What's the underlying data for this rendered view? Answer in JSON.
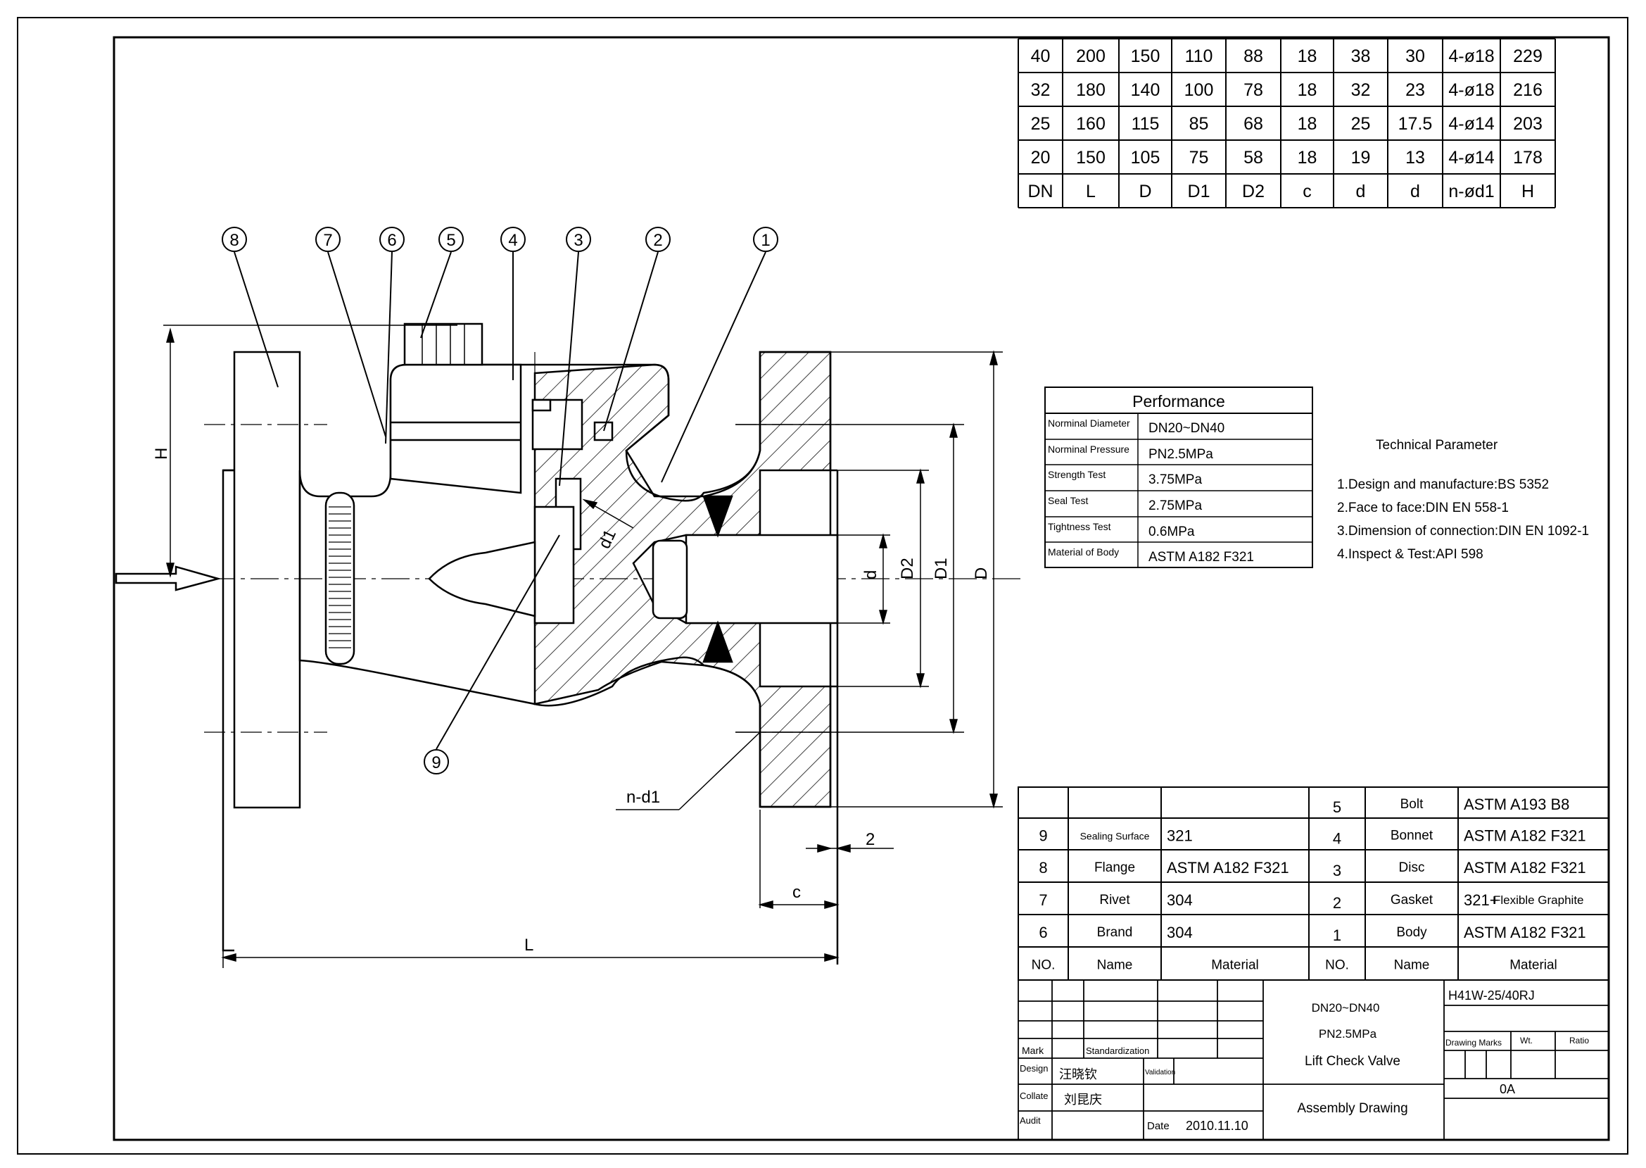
{
  "dim_table": {
    "rows": [
      [
        "40",
        "200",
        "150",
        "110",
        "88",
        "18",
        "38",
        "30",
        "4-ø18",
        "229"
      ],
      [
        "32",
        "180",
        "140",
        "100",
        "78",
        "18",
        "32",
        "23",
        "4-ø18",
        "216"
      ],
      [
        "25",
        "160",
        "115",
        "85",
        "68",
        "18",
        "25",
        "17.5",
        "4-ø14",
        "203"
      ],
      [
        "20",
        "150",
        "105",
        "75",
        "58",
        "18",
        "19",
        "13",
        "4-ø14",
        "178"
      ],
      [
        "DN",
        "L",
        "D",
        "D1",
        "D2",
        "c",
        "d",
        "d",
        "n-ød1",
        "H"
      ]
    ]
  },
  "performance": {
    "title": "Performance",
    "rows": [
      {
        "label": "Norminal Diameter",
        "value": "DN20~DN40"
      },
      {
        "label": "Norminal Pressure",
        "value": "PN2.5MPa"
      },
      {
        "label": "Strength Test",
        "value": "3.75MPa"
      },
      {
        "label": "Seal Test",
        "value": "2.75MPa"
      },
      {
        "label": "Tightness Test",
        "value": "0.6MPa"
      },
      {
        "label": "Material of Body",
        "value": "ASTM A182 F321"
      }
    ]
  },
  "technical": {
    "title": "Technical Parameter",
    "items": [
      "1.Design and manufacture:BS 5352",
      "2.Face to face:DIN EN 558-1",
      "3.Dimension of connection:DIN EN 1092-1",
      "4.Inspect & Test:API 598"
    ]
  },
  "balloons": [
    "8",
    "7",
    "6",
    "5",
    "4",
    "3",
    "2",
    "1",
    "9"
  ],
  "dim_labels": {
    "H": "H",
    "d": "d",
    "D2": "D2",
    "D1": "D1",
    "D": "D",
    "d1": "d1",
    "nd1": "n-d1",
    "two": "2",
    "c": "c",
    "L": "L"
  },
  "parts": {
    "left": [
      {
        "no": "",
        "name": "",
        "material": ""
      },
      {
        "no": "9",
        "name": "Sealing Surface",
        "material": "321"
      },
      {
        "no": "8",
        "name": "Flange",
        "material": "ASTM A182 F321"
      },
      {
        "no": "7",
        "name": "Rivet",
        "material": "304"
      },
      {
        "no": "6",
        "name": "Brand",
        "material": "304"
      }
    ],
    "right": [
      {
        "no": "5",
        "name": "Bolt",
        "material": "ASTM A193 B8"
      },
      {
        "no": "4",
        "name": "Bonnet",
        "material": "ASTM A182 F321"
      },
      {
        "no": "3",
        "name": "Disc",
        "material": "ASTM A182 F321"
      },
      {
        "no": "2",
        "name": "Gasket",
        "material": "321+",
        "material_small": "Flexible Graphite"
      },
      {
        "no": "1",
        "name": "Body",
        "material": "ASTM A182 F321"
      }
    ],
    "header": {
      "no": "NO.",
      "name": "Name",
      "material": "Material"
    }
  },
  "title_block": {
    "mark": "Mark",
    "standardization": "Standardization",
    "design": "Design",
    "designer": "汪晓钦",
    "validation": "Validation",
    "collate": "Collate",
    "collator": "刘昆庆",
    "audit": "Audit",
    "date_label": "Date",
    "date": "2010.11.10",
    "spec1": "DN20~DN40",
    "spec2": "PN2.5MPa",
    "product": "Lift Check Valve",
    "drawing_type": "Assembly Drawing",
    "code": "H41W-25/40RJ",
    "drawing_marks": "Drawing Marks",
    "wt": "Wt.",
    "ratio": "Ratio",
    "rev": "0A"
  }
}
